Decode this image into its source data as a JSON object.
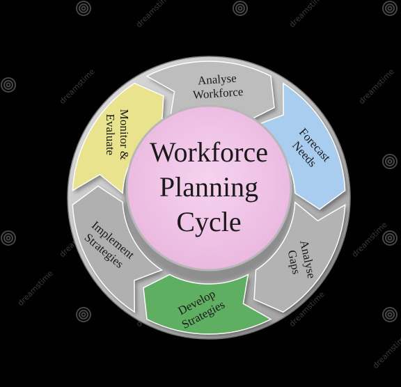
{
  "diagram": {
    "center_title_lines": [
      "Workforce",
      "Planning",
      "Cycle"
    ],
    "steps": [
      {
        "lines": [
          "Analyse",
          "Workforce"
        ],
        "color": "#bdbdbd"
      },
      {
        "lines": [
          "Forecast",
          "Needs"
        ],
        "color": "#a9cdee"
      },
      {
        "lines": [
          "Analyse",
          "Gaps"
        ],
        "color": "#b3b3b3"
      },
      {
        "lines": [
          "Develop",
          "Strategies"
        ],
        "color": "#5faf62"
      },
      {
        "lines": [
          "Implement",
          "Strategies"
        ],
        "color": "#b0b0b0"
      },
      {
        "lines": [
          "Monitor &",
          "Evaluate"
        ],
        "color": "#e8e38c"
      }
    ],
    "ring_color": "#c9c9c9",
    "center_color": "#f2c6e8"
  },
  "watermark": {
    "text": "dreamstime"
  }
}
